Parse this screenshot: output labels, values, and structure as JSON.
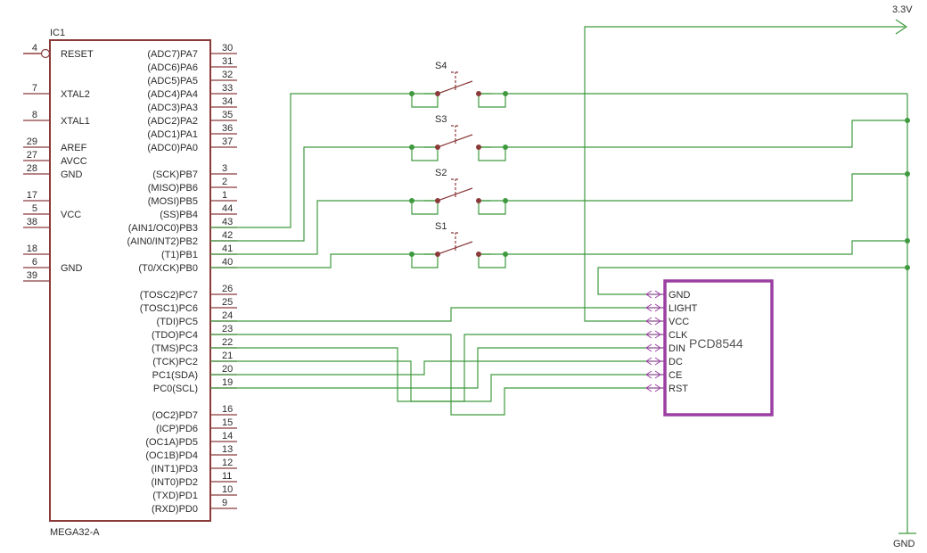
{
  "ic": {
    "ref": "IC1",
    "part": "MEGA32-A",
    "left_pins": [
      {
        "num": "4",
        "name": "RESET"
      },
      {
        "num": "7",
        "name": "XTAL2"
      },
      {
        "num": "8",
        "name": "XTAL1"
      },
      {
        "num": "29",
        "name": "AREF"
      },
      {
        "num": "27",
        "name": "AVCC"
      },
      {
        "num": "28",
        "name": "GND"
      },
      {
        "num": "17",
        "name": ""
      },
      {
        "num": "5",
        "name": "VCC"
      },
      {
        "num": "38",
        "name": ""
      },
      {
        "num": "18",
        "name": ""
      },
      {
        "num": "6",
        "name": "GND"
      },
      {
        "num": "39",
        "name": ""
      }
    ],
    "right_pins": [
      {
        "num": "30",
        "name": "(ADC7)PA7"
      },
      {
        "num": "31",
        "name": "(ADC6)PA6"
      },
      {
        "num": "32",
        "name": "(ADC5)PA5"
      },
      {
        "num": "33",
        "name": "(ADC4)PA4"
      },
      {
        "num": "34",
        "name": "(ADC3)PA3"
      },
      {
        "num": "35",
        "name": "(ADC2)PA2"
      },
      {
        "num": "36",
        "name": "(ADC1)PA1"
      },
      {
        "num": "37",
        "name": "(ADC0)PA0"
      },
      {
        "num": "3",
        "name": "(SCK)PB7"
      },
      {
        "num": "2",
        "name": "(MISO)PB6"
      },
      {
        "num": "1",
        "name": "(MOSI)PB5"
      },
      {
        "num": "44",
        "name": "(SS)PB4"
      },
      {
        "num": "43",
        "name": "(AIN1/OC0)PB3"
      },
      {
        "num": "42",
        "name": "(AIN0/INT2)PB2"
      },
      {
        "num": "41",
        "name": "(T1)PB1"
      },
      {
        "num": "40",
        "name": "(T0/XCK)PB0"
      },
      {
        "num": "26",
        "name": "(TOSC2)PC7"
      },
      {
        "num": "25",
        "name": "(TOSC1)PC6"
      },
      {
        "num": "24",
        "name": "(TDI)PC5"
      },
      {
        "num": "23",
        "name": "(TDO)PC4"
      },
      {
        "num": "22",
        "name": "(TMS)PC3"
      },
      {
        "num": "21",
        "name": "(TCK)PC2"
      },
      {
        "num": "20",
        "name": "PC1(SDA)"
      },
      {
        "num": "19",
        "name": "PC0(SCL)"
      },
      {
        "num": "16",
        "name": "(OC2)PD7"
      },
      {
        "num": "15",
        "name": "(ICP)PD6"
      },
      {
        "num": "14",
        "name": "(OC1A)PD5"
      },
      {
        "num": "13",
        "name": "(OC1B)PD4"
      },
      {
        "num": "12",
        "name": "(INT1)PD3"
      },
      {
        "num": "11",
        "name": "(INT0)PD2"
      },
      {
        "num": "10",
        "name": "(TXD)PD1"
      },
      {
        "num": "9",
        "name": "(RXD)PD0"
      }
    ]
  },
  "switches": [
    {
      "label": "S4"
    },
    {
      "label": "S3"
    },
    {
      "label": "S2"
    },
    {
      "label": "S1"
    }
  ],
  "lcd": {
    "name": "PCD8544",
    "pins": [
      "GND",
      "LIGHT",
      "VCC",
      "CLK",
      "DIN",
      "DC",
      "CE",
      "RST"
    ]
  },
  "power": {
    "supply": "3.3V",
    "ground": "GND"
  },
  "colors": {
    "wire": "#3f9a3f",
    "part": "#8b3a3a",
    "lcd": "#9b3fa3",
    "text": "#2b2b2b"
  }
}
